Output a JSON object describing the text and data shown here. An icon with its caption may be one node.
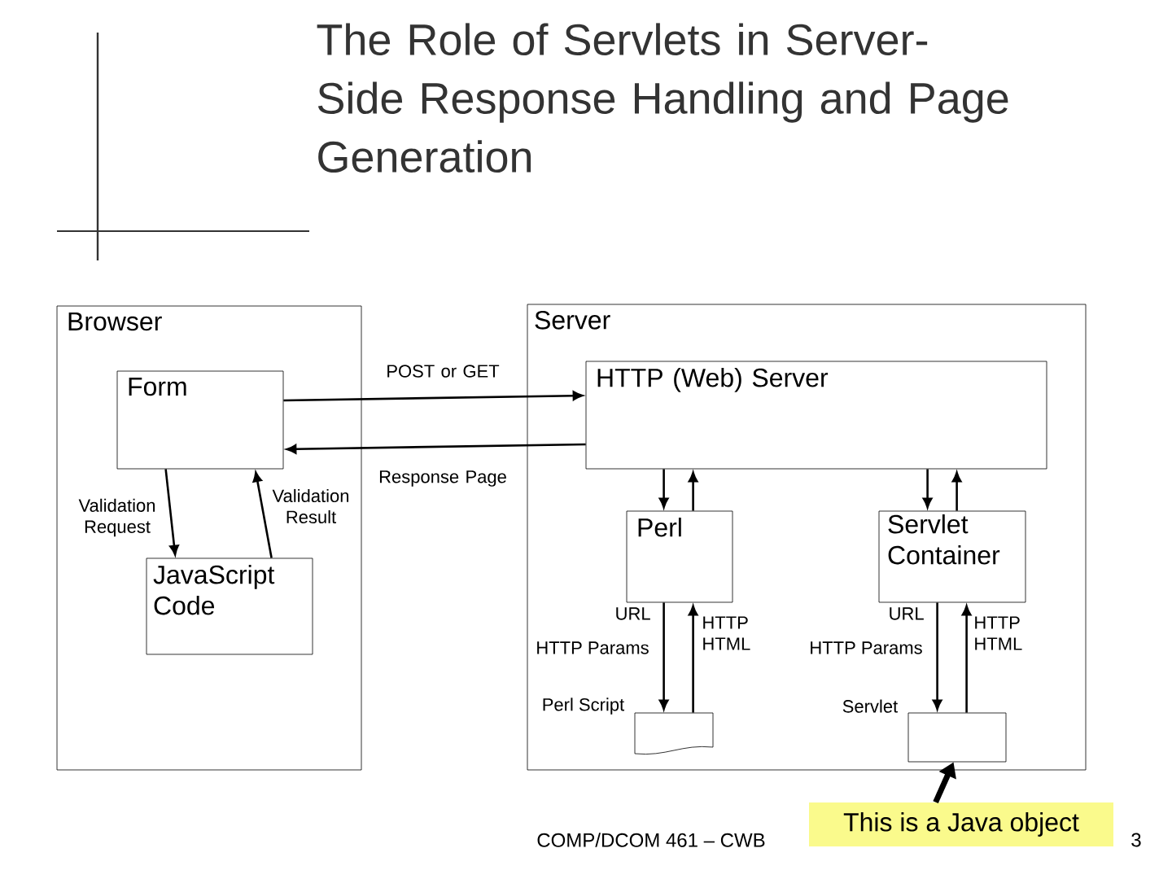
{
  "diagram": {
    "title": "The Role of Servlets in Server-Side Response Handling and Page Generation",
    "nodes": [
      {
        "text": [
          "Browser"
        ]
      },
      {
        "text": [
          "Form"
        ],
        "in": 0
      },
      {
        "text": [
          "JavaScript Code"
        ],
        "in": 0
      },
      {
        "text": [
          "Server"
        ]
      },
      {
        "text": [
          "HTTP (Web) Server"
        ],
        "in": 3
      },
      {
        "text": [
          "Perl"
        ],
        "in": 3
      },
      {
        "text": [
          "Servlet Container"
        ],
        "in": 3
      },
      {
        "text": [],
        "shape": "document",
        "beside": [
          "Perl Script"
        ],
        "in": 3
      },
      {
        "text": [],
        "shape": "box",
        "beside": [
          "Servlet"
        ],
        "in": 3
      },
      {
        "text": [
          "This is a Java object"
        ]
      }
    ],
    "edges": [
      {
        "from": 1,
        "to": 4,
        "arrow": "to",
        "label": "POST or GET"
      },
      {
        "from": 4,
        "to": 1,
        "arrow": "to",
        "label": "Response Page"
      },
      {
        "from": 1,
        "to": 2,
        "arrow": "to",
        "label": "Validation Request"
      },
      {
        "from": 2,
        "to": 1,
        "arrow": "to",
        "label": "Validation Result"
      },
      {
        "from": 4,
        "to": 5,
        "arrow": "to"
      },
      {
        "from": 5,
        "to": 4,
        "arrow": "to"
      },
      {
        "from": 4,
        "to": 6,
        "arrow": "to"
      },
      {
        "from": 6,
        "to": 4,
        "arrow": "to"
      },
      {
        "from": 5,
        "to": 7,
        "arrow": "to"
      },
      {
        "from": 7,
        "to": 5,
        "arrow": "to",
        "label": "HTTP HTML"
      },
      {
        "from": 6,
        "to": 8,
        "arrow": "to"
      },
      {
        "from": 8,
        "to": 6,
        "arrow": "to",
        "label": "HTTP HTML"
      },
      {
        "from": 9,
        "to": 8,
        "arrow": "to",
        "style": "thick"
      }
    ],
    "labels": [
      "URL",
      "HTTP Params",
      "URL",
      "HTTP Params",
      "COMP/DCOM 461 – CWB",
      "3"
    ]
  }
}
